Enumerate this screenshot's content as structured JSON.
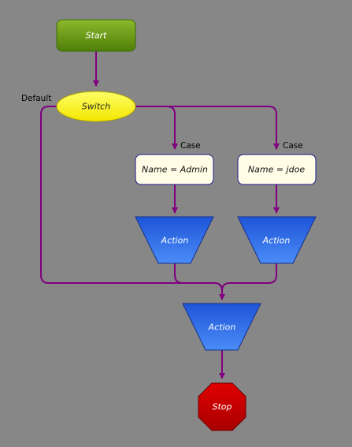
{
  "diagram": {
    "nodes": {
      "start": "Start",
      "switch": "Switch",
      "case_admin": "Name = Admin",
      "case_jdoe": "Name = jdoe",
      "action_admin": "Action",
      "action_jdoe": "Action",
      "action_merge": "Action",
      "stop": "Stop"
    },
    "labels": {
      "default": "Default",
      "case_admin": "Case",
      "case_jdoe": "Case"
    },
    "colors": {
      "background": "#878787",
      "connector": "#800080",
      "start_fill": "#6a9a14",
      "switch_fill": "#ffff00",
      "condition_fill": "#fffde6",
      "condition_border": "#1a1a8c",
      "action_fill": "#2f6ee6",
      "stop_fill": "#d40000"
    }
  }
}
